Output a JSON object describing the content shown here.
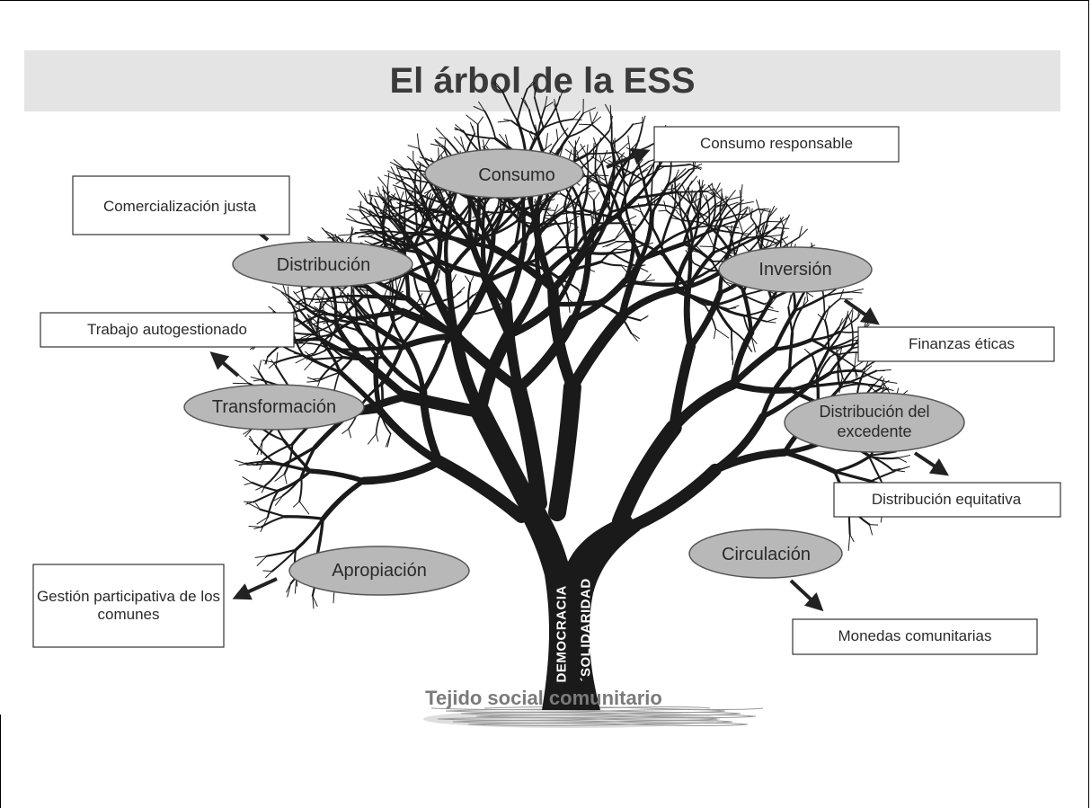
{
  "title": "El árbol de la ESS",
  "footer": "Tejido social comunitario",
  "trunk": {
    "left_word": "DEMOCRACIA",
    "right_word": "´SOLIDARIDAD"
  },
  "colors": {
    "ellipse_fill": "#b8b8b8",
    "ellipse_stroke": "#555555",
    "box_stroke": "#333333",
    "tree": "#1a1a1a",
    "title_bar": "#e4e4e4"
  },
  "stages": [
    {
      "label": "Consumo",
      "outcome": "Consumo responsable"
    },
    {
      "label": "Distribución",
      "outcome": "Comercialización justa"
    },
    {
      "label": "Inversión",
      "outcome": "Finanzas éticas"
    },
    {
      "label": "Transformación",
      "outcome": "Trabajo autogestionado"
    },
    {
      "label": "Distribución del excedente",
      "outcome": "Distribución equitativa"
    },
    {
      "label": "Apropiación",
      "outcome": "Gestión participativa de los comunes"
    },
    {
      "label": "Circulación",
      "outcome": "Monedas comunitarias"
    }
  ]
}
